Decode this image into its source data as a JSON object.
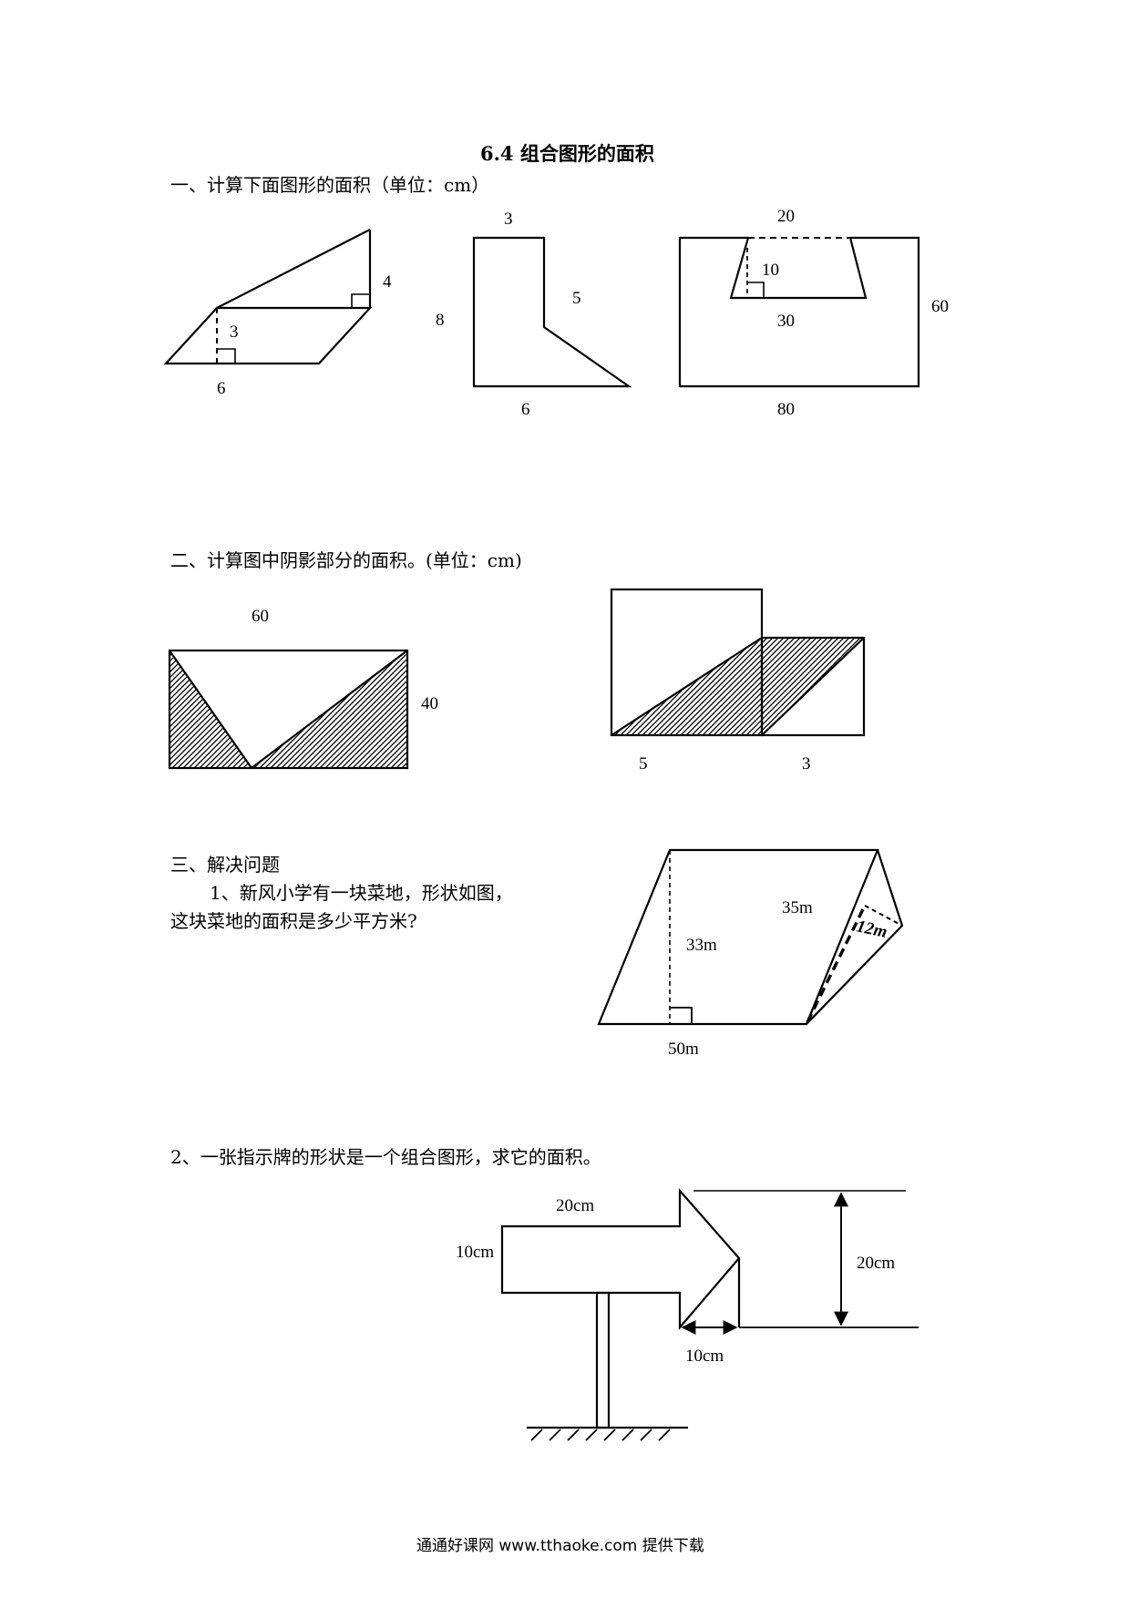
{
  "title": "6.4 组合图形的面积",
  "section1": {
    "heading": "一、计算下面图形的面积（单位：cm）",
    "fig1": {
      "height_right": "4",
      "height_inner": "3",
      "base": "6"
    },
    "fig2": {
      "top": "3",
      "left": "8",
      "right": "5",
      "bottom": "6"
    },
    "fig3": {
      "top": "20",
      "inner_height": "10",
      "inner_bottom": "30",
      "right": "60",
      "bottom": "80"
    }
  },
  "section2": {
    "heading": "二、计算图中阴影部分的面积。(单位：cm)",
    "figA": {
      "top": "60",
      "right": "40"
    },
    "figB": {
      "left_base": "5",
      "right_base": "3"
    }
  },
  "section3": {
    "heading": "三、解决问题",
    "q1_line1": "1、新风小学有一块菜地，形状如图，",
    "q1_line2": "这块菜地的面积是多少平方米?",
    "q1_fig": {
      "slant": "35m",
      "height": "33m",
      "base": "50m",
      "tri_height": "12m"
    },
    "q2_text": "2、一张指示牌的形状是一个组合图形，求它的面积。",
    "q2_fig": {
      "top": "20cm",
      "left": "10cm",
      "right": "20cm",
      "bottom": "10cm"
    }
  },
  "footer": "通通好课网 www.tthaoke.com 提供下载"
}
